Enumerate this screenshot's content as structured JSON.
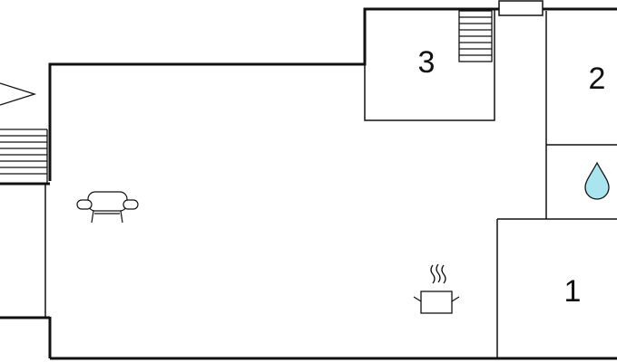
{
  "rooms": [
    {
      "label": "3"
    },
    {
      "label": "2"
    },
    {
      "label": "1"
    }
  ],
  "icons": {
    "sofa": "armchair-icon",
    "stove": "cooking-pot-icon",
    "bath": "water-drop-icon",
    "entrance": "entrance-arrow-icon",
    "stairs": "staircase-icon",
    "window": "window-icon"
  },
  "colors": {
    "wall": "#111111",
    "water_drop": "#a9e4ef",
    "background": "#ffffff"
  }
}
